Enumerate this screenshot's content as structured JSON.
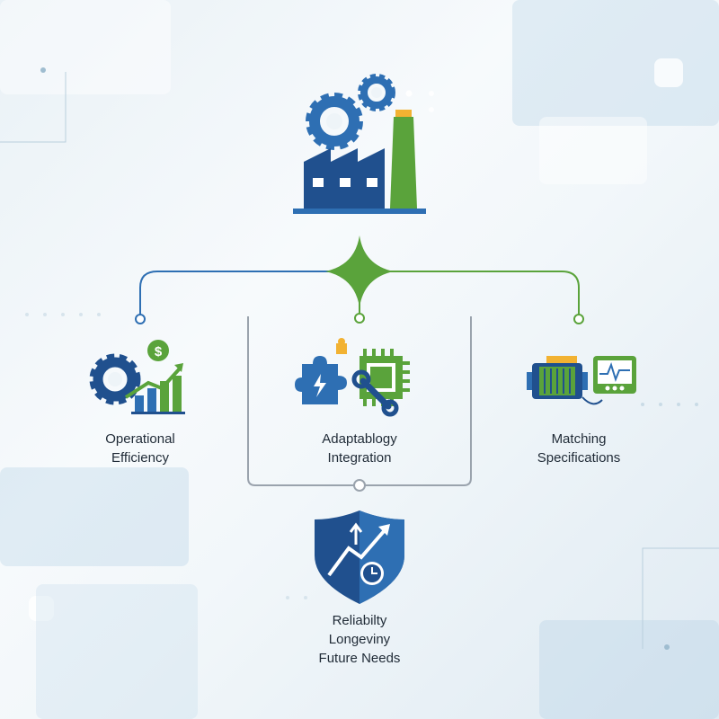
{
  "colors": {
    "blue": "#2e6fb3",
    "green": "#5aa33b",
    "dark_blue": "#20508e",
    "gray_line": "#9aa3ad",
    "text": "#1f2a36"
  },
  "nodes": {
    "top": {
      "icon": "factory-gears-icon"
    },
    "left": {
      "icon": "gear-growth-dollar-icon",
      "lines": [
        "Operational",
        "Efficiency"
      ]
    },
    "center": {
      "icon": "puzzle-chip-wrench-icon",
      "lines": [
        "Adaptablogy",
        "Integration"
      ]
    },
    "right": {
      "icon": "motor-monitor-icon",
      "lines": [
        "Matching",
        "Specifications"
      ]
    },
    "bottom": {
      "icon": "shield-growth-clock-icon",
      "lines": [
        "Reliabilty",
        "Longeviny",
        "Future Needs"
      ]
    }
  }
}
